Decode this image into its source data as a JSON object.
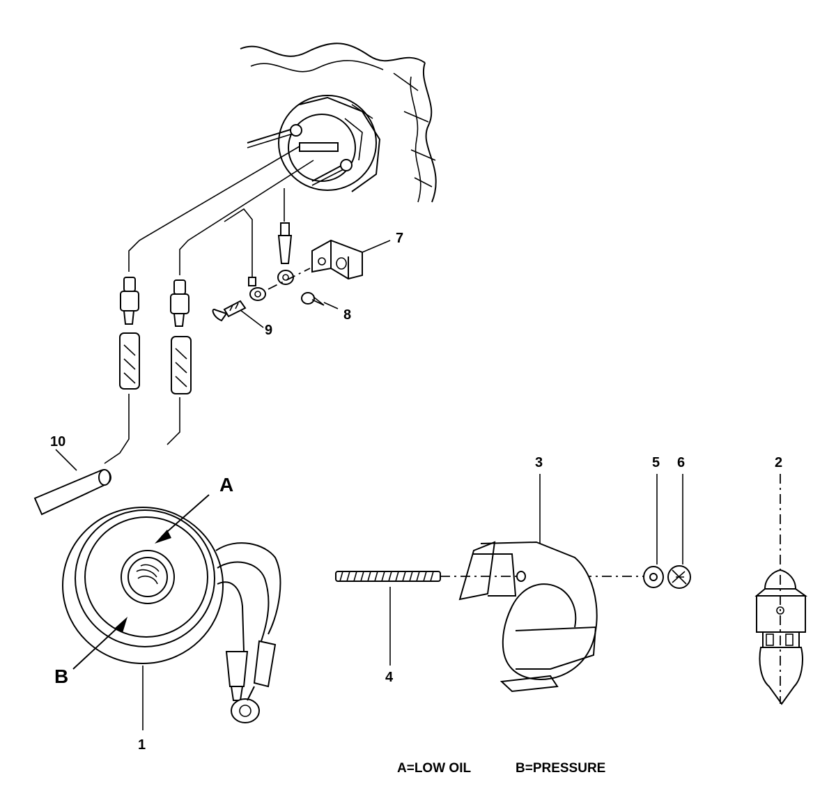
{
  "callouts": {
    "p1": "1",
    "p2": "2",
    "p3": "3",
    "p4": "4",
    "p5": "5",
    "p6": "6",
    "p7": "7",
    "p8": "8",
    "p9": "9",
    "p10": "10",
    "a": "A",
    "b": "B"
  },
  "legend": {
    "a": "A=LOW OIL",
    "b": "B=PRESSURE"
  }
}
